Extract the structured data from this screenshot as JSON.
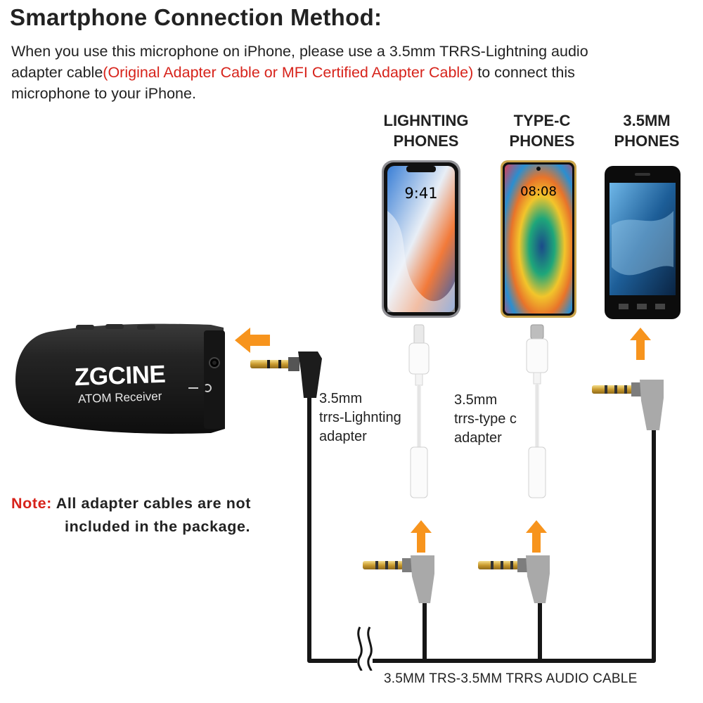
{
  "header": {
    "title": "Smartphone Connection Method:",
    "intro_line1": "When you use this microphone on iPhone, please use a 3.5mm TRRS-Lightning audio",
    "intro_line2_prefix": "adapter cable",
    "intro_line2_red": "(Original Adapter Cable or MFI Certified Adapter Cable)",
    "intro_line2_suffix": " to connect this",
    "intro_line3": "microphone to your iPhone."
  },
  "phones": [
    {
      "line1": "LIGHNTING",
      "line2": "PHONES",
      "clock": "9:41"
    },
    {
      "line1": "TYPE-C",
      "line2": "PHONES",
      "clock": "08:08"
    },
    {
      "line1": "3.5MM",
      "line2": "PHONES"
    }
  ],
  "receiver": {
    "brand": "ZGCINE",
    "model": "ATOM Receiver"
  },
  "adapters": [
    {
      "line1": "3.5mm",
      "line2": "trrs-Lighnting",
      "line3": "adapter"
    },
    {
      "line1": "3.5mm",
      "line2": "trrs-type c",
      "line3": "adapter"
    }
  ],
  "note": {
    "label": "Note:",
    "line1": " All adapter cables are not",
    "line2": "included in the package."
  },
  "bottom_caption": "3.5MM TRS-3.5MM TRRS AUDIO CABLE",
  "colors": {
    "arrow": "#f7941d",
    "accent_red": "#d7231b",
    "receiver_body": "#1f1f1f",
    "cable": "#161616",
    "plug_housing": "#a9a9a9"
  }
}
